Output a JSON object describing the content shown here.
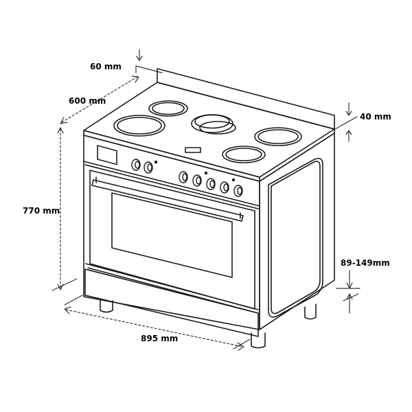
{
  "dimensions": {
    "top_clearance": "60 mm",
    "depth": "600 mm",
    "splashback": "40 mm",
    "height": "770 mm",
    "feet_range": "89-149mm",
    "width": "895 mm"
  },
  "colors": {
    "line": "#1a1a1a",
    "dimension_line": "#333333",
    "background": "#ffffff"
  }
}
